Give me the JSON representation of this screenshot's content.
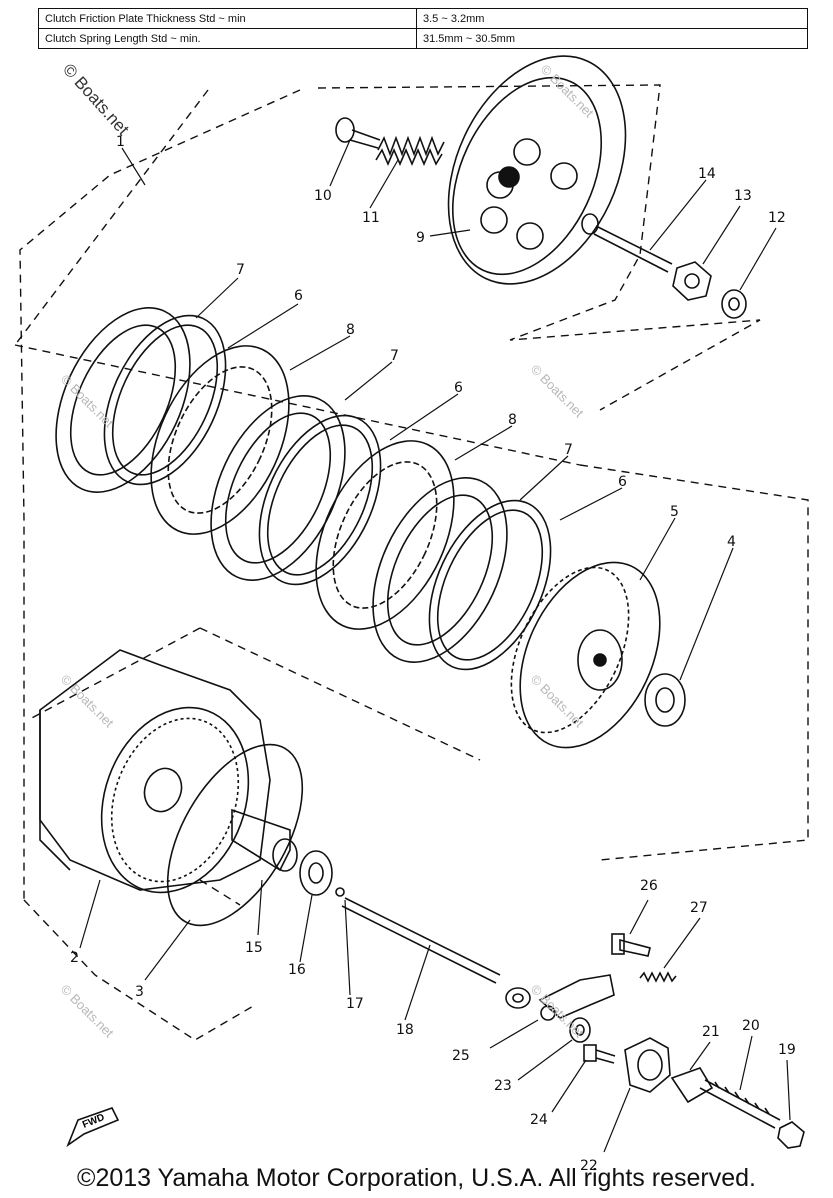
{
  "specs": [
    {
      "label": "Clutch Friction Plate Thickness Std ~ min",
      "value": "3.5 ~ 3.2mm"
    },
    {
      "label": "Clutch Spring Length Std ~ min.",
      "value": "31.5mm ~ 30.5mm"
    }
  ],
  "watermark": "© Boats.net",
  "fwd_label": "FWD",
  "footer": "©2013 Yamaha Motor Corporation, U.S.A. All rights reserved.",
  "callouts": {
    "c1": "1",
    "c2": "2",
    "c3": "3",
    "c4": "4",
    "c5": "5",
    "c6a": "6",
    "c6b": "6",
    "c6c": "6",
    "c7a": "7",
    "c7b": "7",
    "c7c": "7",
    "c8a": "8",
    "c8b": "8",
    "c9": "9",
    "c10": "10",
    "c11": "11",
    "c12": "12",
    "c13": "13",
    "c14": "14",
    "c15": "15",
    "c16": "16",
    "c17": "17",
    "c18": "18",
    "c19": "19",
    "c20": "20",
    "c21": "21",
    "c22": "22",
    "c23": "23",
    "c24": "24",
    "c25": "25",
    "c26": "26",
    "c27": "27"
  }
}
